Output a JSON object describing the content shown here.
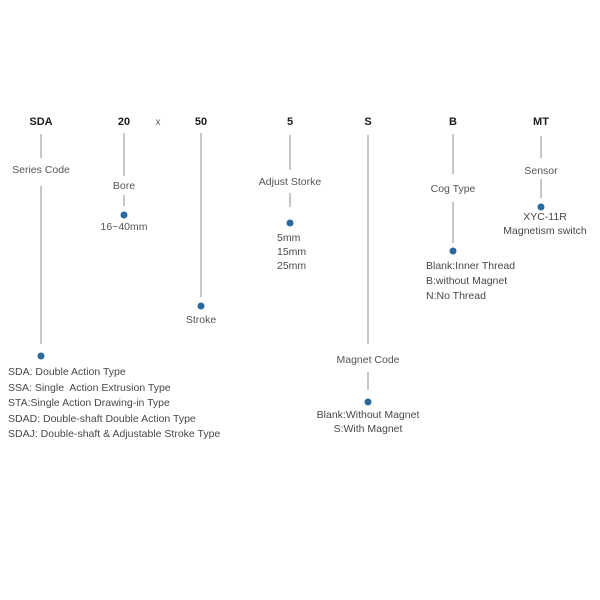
{
  "diagram_title": "ordering-code-diagram",
  "colors": {
    "dot": "#2b6a9f",
    "line": "#8f8f8f",
    "header_text": "#1c1c1c",
    "label_text": "#555555"
  },
  "separator": "x",
  "columns": {
    "series": {
      "code": "SDA",
      "label": "Series Code",
      "options": [
        "SDA: Double Action Type",
        "SSA: Single  Action Extrusion Type",
        "STA:Single Action Drawing-in Type",
        "SDAD: Double-shaft Double Action Type",
        "SDAJ: Double-shaft & Adjustable Stroke Type"
      ]
    },
    "bore": {
      "code": "20",
      "label": "Bore",
      "range": "16~40mm"
    },
    "stroke": {
      "code": "50",
      "label": "Stroke"
    },
    "adjust_stroke": {
      "code": "5",
      "label": "Adjust Storke",
      "options": [
        "5mm",
        "15mm",
        "25mm"
      ]
    },
    "magnet": {
      "code": "S",
      "label": "Magnet Code",
      "options": [
        "Blank:Without Magnet",
        "S:With Magnet"
      ]
    },
    "cog": {
      "code": "B",
      "label": "Cog Type",
      "options": [
        "Blank:Inner Thread",
        "B:without Magnet",
        "N:No Thread"
      ]
    },
    "sensor": {
      "code": "MT",
      "label": "Sensor",
      "options": [
        "XYC-11R",
        "Magnetism switch"
      ]
    }
  }
}
